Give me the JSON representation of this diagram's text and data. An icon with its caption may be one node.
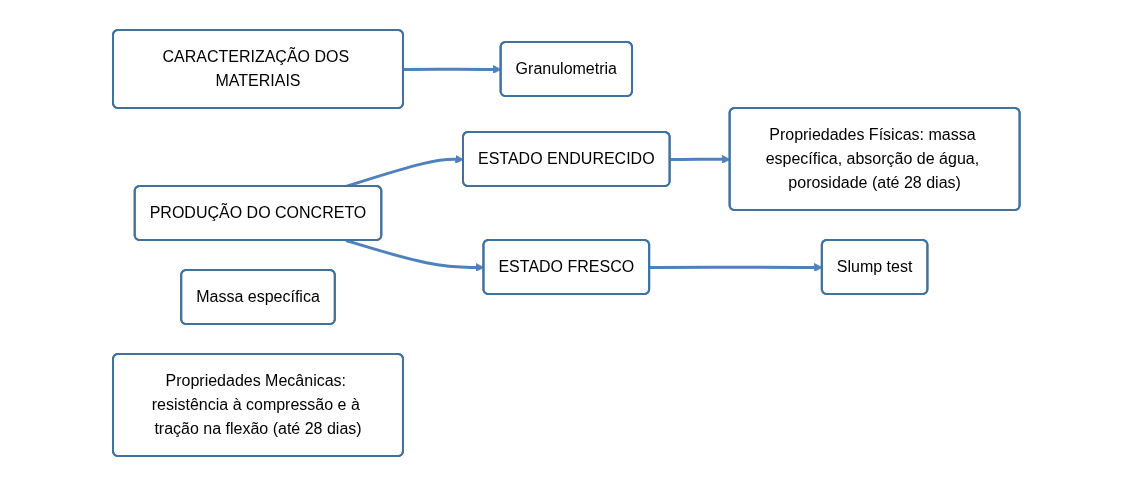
{
  "diagram": {
    "nodes": [
      {
        "text": [
          "CARACTERIZAÇÃO DOS MATERIAIS"
        ]
      },
      {
        "text": [
          "PRODUÇÃO DO CONCRETO"
        ]
      },
      {
        "text": [
          "ESTADO FRESCO"
        ]
      },
      {
        "text": [
          "Slump test"
        ]
      },
      {
        "text": [
          "Granulometria"
        ]
      },
      {
        "text": [
          "Massa específica"
        ]
      },
      {
        "text": [
          "ESTADO ENDURECIDO"
        ]
      },
      {
        "text": [
          "Propriedades Físicas: massa específica, absorção de água, porosidade (até 28 dias)"
        ]
      },
      {
        "text": [
          "Propriedades Mecânicas: resistência à compressão e à tração na flexão (até 28 dias)"
        ]
      }
    ],
    "edges": [
      {
        "from": 0,
        "to": 4,
        "arrow": "to"
      },
      {
        "from": 1,
        "to": 6,
        "arrow": "to"
      },
      {
        "from": 1,
        "to": 2,
        "arrow": "to"
      },
      {
        "from": 2,
        "to": 3,
        "arrow": "to"
      },
      {
        "from": 6,
        "to": 7,
        "arrow": "to"
      }
    ]
  }
}
